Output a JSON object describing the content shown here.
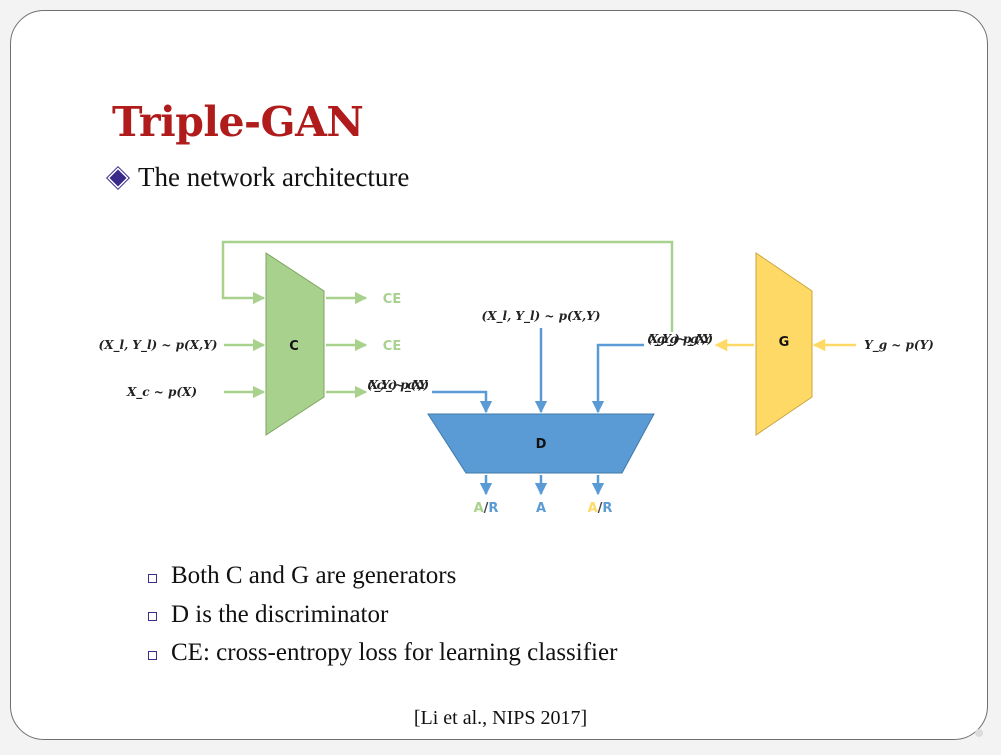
{
  "title": "Triple-GAN",
  "subtitle": "The network architecture",
  "diagram": {
    "nodes": {
      "C": "C",
      "G": "G",
      "D": "D"
    },
    "labels": {
      "labeled_input": "(X_l, Y_l) ~ p(X,Y)",
      "unlabeled_input": "X_c ~ p(X)",
      "ce_top": "CE",
      "ce_mid": "CE",
      "c_output": "(X_c, Y_c) ~p_c(X,Y)",
      "d_real_input": "(X_l, Y_l) ~ p(X,Y)",
      "g_output": "(X_g, Y_g) ~p_g(X,Y)",
      "g_input": "Y_g ~ p(Y)",
      "out_left_a": "A",
      "out_left_r": "R",
      "out_mid": "A",
      "out_right_a": "A",
      "out_right_r": "R"
    },
    "colors": {
      "classifier": "#a9d18e",
      "classifier_edge": "#7fa362",
      "generator": "#ffd966",
      "generator_edge": "#c9a640",
      "discriminator": "#5b9bd5",
      "discriminator_edge": "#3f78ab",
      "arrow_green": "#a9d18e",
      "arrow_blue": "#5b9bd5",
      "arrow_yellow": "#ffd966"
    }
  },
  "bullets": [
    "Both C and G are generators",
    "D is the discriminator",
    "CE: cross-entropy loss for learning classifier"
  ],
  "citation": "[Li et al., NIPS 2017]"
}
